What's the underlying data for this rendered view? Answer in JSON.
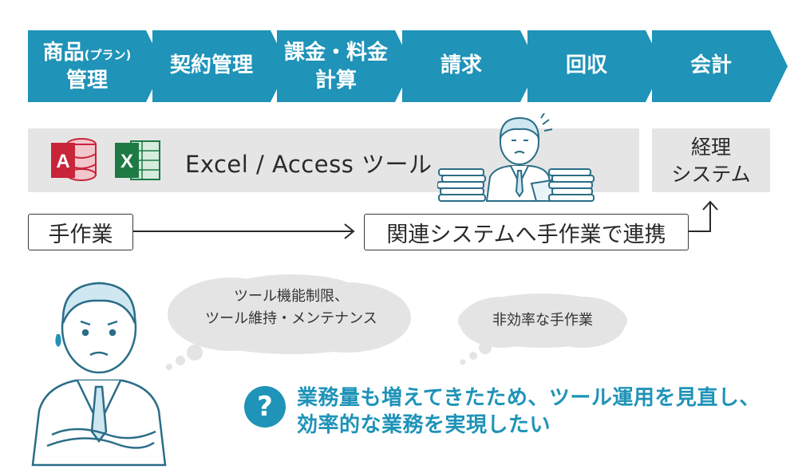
{
  "process_steps": [
    {
      "line1": "商品",
      "line1_small": "(プラン)",
      "line2": "管理"
    },
    {
      "line1": "契約管理",
      "line1_small": "",
      "line2": ""
    },
    {
      "line1": "課金・料金",
      "line1_small": "",
      "line2": "計算"
    },
    {
      "line1": "請求",
      "line1_small": "",
      "line2": ""
    },
    {
      "line1": "回収",
      "line1_small": "",
      "line2": ""
    },
    {
      "line1": "会計",
      "line1_small": "",
      "line2": ""
    }
  ],
  "tool_band": {
    "label": "Excel / Access ツール",
    "access_letter": "A",
    "excel_letter": "X"
  },
  "accounting": {
    "line1": "経理",
    "line2": "システム"
  },
  "manual_box": {
    "label": "手作業"
  },
  "link_box": {
    "label": "関連システムへ手作業で連携"
  },
  "cloud_left": {
    "line1": "ツール機能制限、",
    "line2": "ツール維持・メンテナンス"
  },
  "cloud_right": {
    "label": "非効率な手作業"
  },
  "question": {
    "mark": "?",
    "line1": "業務量も増えてきたため、ツール運用を見直し、",
    "line2": "効率的な業務を実現したい"
  },
  "colors": {
    "accent": "#1f93b8",
    "band": "#e5e5e5",
    "cloud": "#e4e4e4",
    "access_red": "#c8253a",
    "excel_green": "#1d7a45"
  }
}
